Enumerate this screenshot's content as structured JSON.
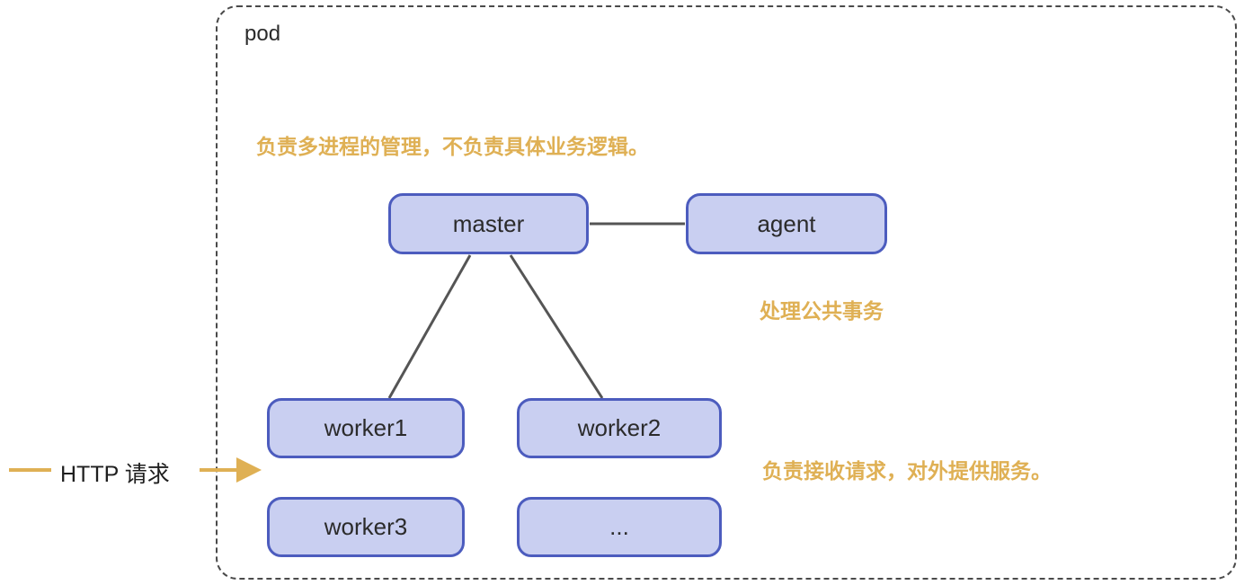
{
  "pod": {
    "label": "pod"
  },
  "nodes": [
    {
      "id": "master",
      "label": "master"
    },
    {
      "id": "agent",
      "label": "agent"
    },
    {
      "id": "worker1",
      "label": "worker1"
    },
    {
      "id": "worker2",
      "label": "worker2"
    },
    {
      "id": "worker3",
      "label": "worker3"
    },
    {
      "id": "ellipsis",
      "label": "..."
    }
  ],
  "edges": [
    {
      "from": "master",
      "to": "agent"
    },
    {
      "from": "master",
      "to": "worker1"
    },
    {
      "from": "master",
      "to": "worker2"
    }
  ],
  "annotations": {
    "master_note": "负责多进程的管理，不负责具体业务逻辑。",
    "agent_note": "处理公共事务",
    "worker_note": "负责接收请求，对外提供服务。"
  },
  "http": {
    "label": "HTTP 请求"
  },
  "colors": {
    "node_fill": "#c9cff1",
    "node_border": "#4c5cbe",
    "edge_color": "#555555",
    "accent_orange": "#dfb054",
    "pod_border": "#4a4a4a",
    "text_dark": "#2b2b2b"
  }
}
